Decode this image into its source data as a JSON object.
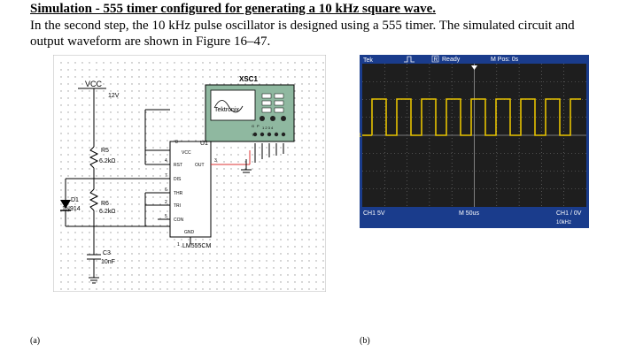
{
  "heading": "Simulation - 555 timer configured for generating a 10 kHz square wave.",
  "paragraph": "In the second step, the 10 kHz pulse oscillator is designed using a 555 timer. The simulated circuit and output waveform are shown in Figure 16–47.",
  "circuit": {
    "vcc": "VCC",
    "vcc_value": "12V",
    "r5": "R5",
    "r5_value": "6.2kΩ",
    "r6": "R6",
    "r6_value": "6.2kΩ",
    "d1": "D1",
    "d1_part": "1N914",
    "c3": "C3",
    "c3_value": "10nF",
    "u1": "U1",
    "ic_part": "LM555CM",
    "pin_vcc": "VCC",
    "pin_rst": "RST",
    "pin_out": "OUT",
    "pin_dis": "DIS",
    "pin_thr": "THR",
    "pin_tri": "TRI",
    "pin_con": "CON",
    "pin_gnd": "GND",
    "pin_n8": "8",
    "pin_n4": "4",
    "pin_n7": "7",
    "pin_n6": "6",
    "pin_n2": "2",
    "pin_n5": "5",
    "pin_n1": "1",
    "pin_n3": "3",
    "scope_name": "XSC1",
    "scope_brand": "Tektronix",
    "scope_channels": "1 2 3 4",
    "scope_g": "G",
    "scope_p": "P",
    "scope_t": "T"
  },
  "oscilloscope": {
    "brand": "Tek",
    "status": "Ready",
    "status_marker": "R",
    "position": "M Pos: 0s",
    "channel_marker": "1",
    "ch1_scale": "CH1  5V",
    "timebase": "M 50us",
    "trigger": "CH1 / 0V",
    "frequency": "10kHz",
    "colors": {
      "trace": "#e6c200",
      "screen": "#1e1e1e",
      "frame": "#1a3c8c"
    }
  },
  "label_a": "(a)",
  "label_b": "(b)"
}
